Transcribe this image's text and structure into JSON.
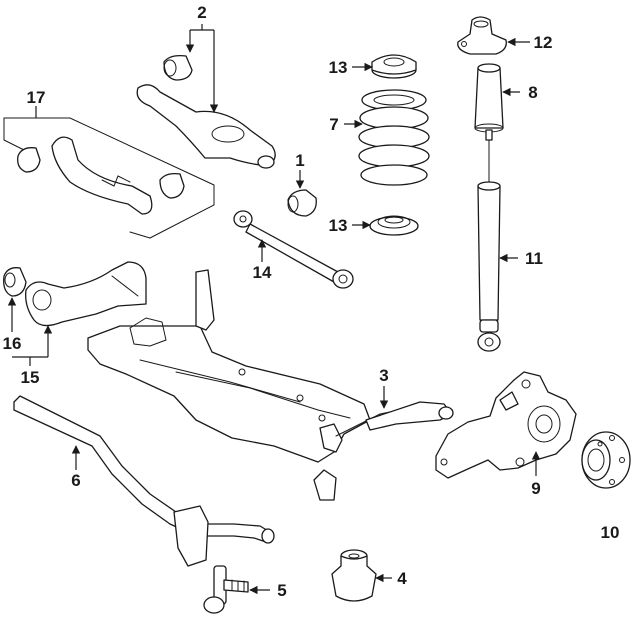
{
  "callouts": {
    "c1": "1",
    "c2": "2",
    "c3": "3",
    "c4": "4",
    "c5": "5",
    "c6": "6",
    "c7": "7",
    "c8": "8",
    "c9": "9",
    "c10": "10",
    "c11": "11",
    "c12": "12",
    "c13a": "13",
    "c13b": "13",
    "c14": "14",
    "c15": "15",
    "c16": "16",
    "c17": "17"
  },
  "colors": {
    "line": "#1a1a1a",
    "background": "#ffffff"
  }
}
